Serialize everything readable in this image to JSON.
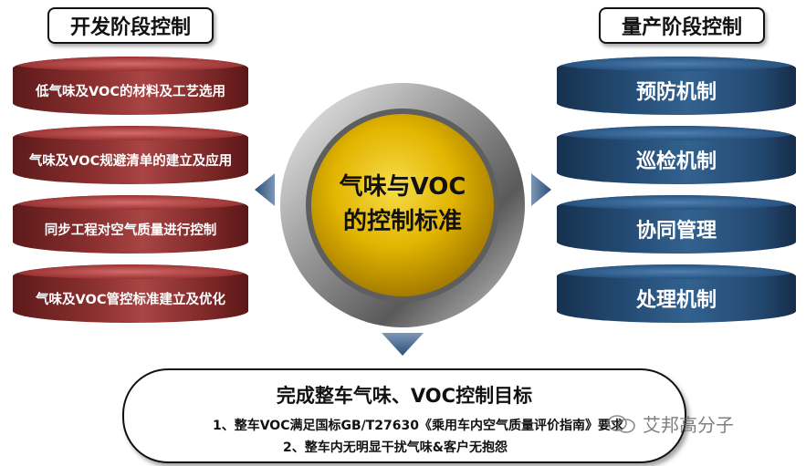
{
  "development": {
    "title": "开发阶段控制",
    "items": [
      {
        "label": "低气味及VOC的材料及工艺选用"
      },
      {
        "label": "气味及VOC规避清单的建立及应用"
      },
      {
        "label": "同步工程对空气质量进行控制"
      },
      {
        "label": "气味及VOC管控标准建立及优化"
      }
    ],
    "color": "#8c3030"
  },
  "production": {
    "title": "量产阶段控制",
    "items": [
      {
        "label": "预防机制"
      },
      {
        "label": "巡检机制"
      },
      {
        "label": "协同管理"
      },
      {
        "label": "处理机制"
      }
    ],
    "color": "#27507a"
  },
  "center": {
    "line1": "气味与VOC",
    "line2": "的控制标准",
    "color": "#e2b500"
  },
  "goal": {
    "title": "完成整车气味、VOC控制目标",
    "items": [
      "1、整车VOC满足国标GB/T27630《乘用车内空气质量评价指南》要求",
      "2、整车内无明显干扰气味&客户无抱怨"
    ]
  },
  "watermark": {
    "text": "艾邦高分子",
    "icon": "wechat-icon"
  }
}
